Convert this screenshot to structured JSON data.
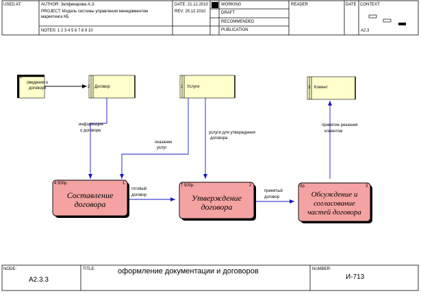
{
  "header": {
    "used_at": "USED AT:",
    "author": "AUTHOR:  Зелфикарова А.З.",
    "date": "DATE:  21.12.2010",
    "project": "PROJECT:  Модель системы управления менеджментом",
    "project_line2": "маркетинга КБ",
    "rev": "REV:    25.12.2010",
    "notes": "NOTES:  1  2  3  4  5  6  7  8  9  10",
    "status": [
      "WORKING",
      "DRAFT",
      "RECOMMENDED",
      "PUBLICATION"
    ],
    "reader": "READER",
    "date2": "DATE",
    "context": "CONTEXT:",
    "context_node": "A2.3"
  },
  "diagram": {
    "tunnels": [
      {
        "num": "1",
        "label_line1": "сведения о",
        "label_line2": "договоре",
        "kind": "external"
      },
      {
        "num": "2",
        "label_line1": "Договор",
        "label_line2": "",
        "kind": "store"
      },
      {
        "num": "1",
        "label_line1": "Услуги",
        "label_line2": "",
        "kind": "store"
      },
      {
        "num": "3",
        "label_line1": "Клиент",
        "label_line2": "",
        "kind": "store"
      }
    ],
    "activities": [
      {
        "cost": "4 500р.",
        "num": "1",
        "line1": "Составление",
        "line2": "договора",
        "line3": ""
      },
      {
        "cost": "7 500р.",
        "num": "2",
        "line1": "Утверждение",
        "line2": "договора",
        "line3": ""
      },
      {
        "cost": "0р.",
        "num": "3",
        "line1": "Обсуждение и",
        "line2": "согласование",
        "line3": "частей договора"
      }
    ],
    "arrow_labels": [
      {
        "line1": "информация",
        "line2": "о договоре"
      },
      {
        "line1": "оказание",
        "line2": "услуг"
      },
      {
        "line1": "услуги для утверждения",
        "line2": "договора"
      },
      {
        "line1": "принятие решения",
        "line2": "клиентом"
      },
      {
        "line1": "готовый",
        "line2": "договор"
      },
      {
        "line1": "принятый",
        "line2": "договор"
      }
    ]
  },
  "footer": {
    "node_label": "NODE:",
    "node": "A2.3.3",
    "title_label": "TITLE:",
    "title": "оформление документации  и договоров",
    "number_label": "NUMBER:",
    "number": "И-713"
  },
  "colors": {
    "store_fill": "#ffffcc",
    "activity_fill": "#f4a2a2",
    "arrow": "#1515c8"
  }
}
